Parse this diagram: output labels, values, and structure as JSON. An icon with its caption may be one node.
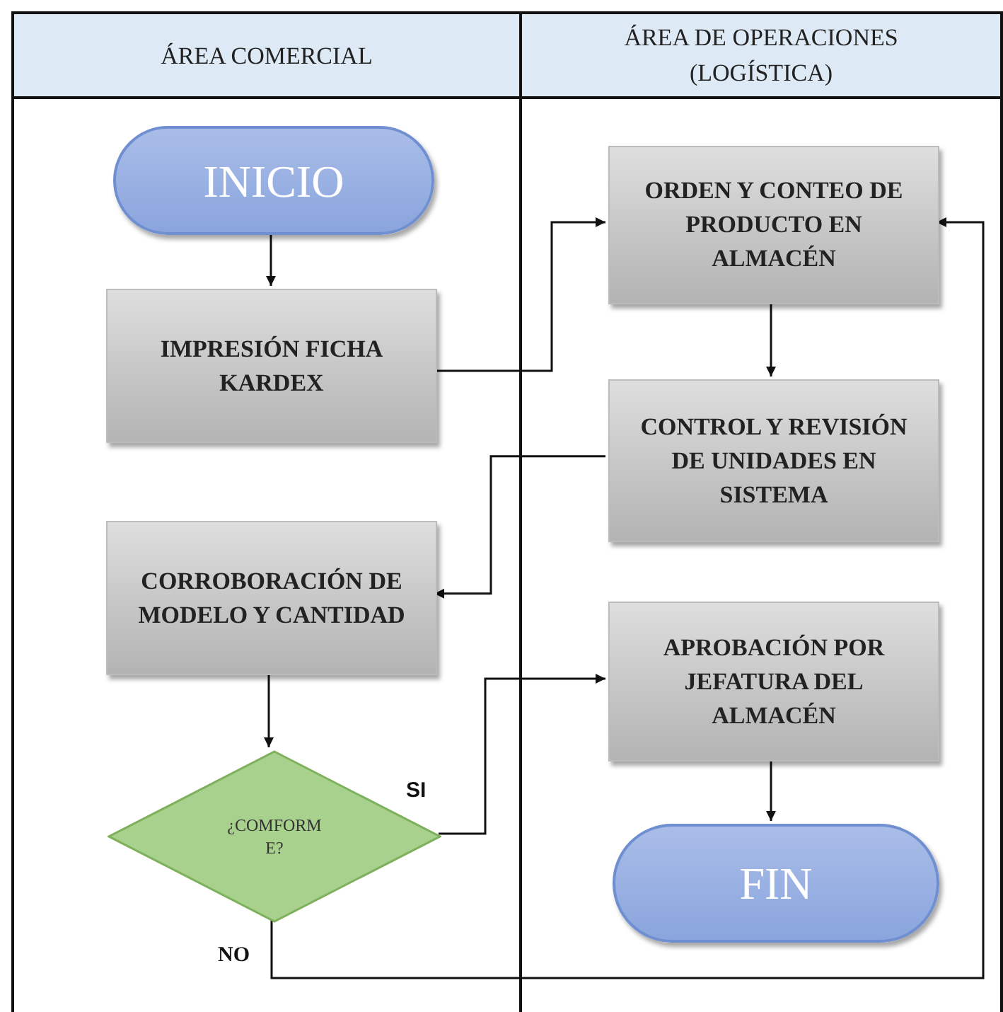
{
  "diagram": {
    "nodes": [
      {
        "text": [
          "ÁREA COMERCIAL"
        ]
      },
      {
        "text": [
          "ÁREA DE OPERACIONES (LOGÍSTICA)"
        ]
      },
      {
        "text": [
          "INICIO"
        ],
        "in": 0
      },
      {
        "text": [
          "IMPRESIÓN FICHA KARDEX"
        ],
        "in": 0
      },
      {
        "text": [
          "CORROBORACIÓN DE MODELO Y CANTIDAD"
        ],
        "in": 0
      },
      {
        "text": [
          "¿COMFORM E?"
        ],
        "in": 0
      },
      {
        "text": [
          "ORDEN Y CONTEO DE PRODUCTO EN ALMACÉN"
        ],
        "in": 1
      },
      {
        "text": [
          "CONTROL Y REVISIÓN DE UNIDADES EN SISTEMA"
        ],
        "in": 1
      },
      {
        "text": [
          "APROBACIÓN POR JEFATURA DEL ALMACÉN"
        ],
        "in": 1
      },
      {
        "text": [
          "FIN"
        ],
        "in": 1
      }
    ],
    "edges": [
      {
        "from": 2,
        "to": 3,
        "arrow": "to"
      },
      {
        "from": 3,
        "to": 6,
        "arrow": "to"
      },
      {
        "from": 6,
        "to": 7,
        "arrow": "to"
      },
      {
        "from": 7,
        "to": 4,
        "arrow": "to"
      },
      {
        "from": 4,
        "to": 5,
        "arrow": "to"
      },
      {
        "from": 5,
        "to": 8,
        "arrow": "to",
        "label": "SI"
      },
      {
        "from": 5,
        "to": 6,
        "arrow": "to",
        "label": "NO"
      },
      {
        "from": 8,
        "to": 9,
        "arrow": "to"
      }
    ]
  }
}
